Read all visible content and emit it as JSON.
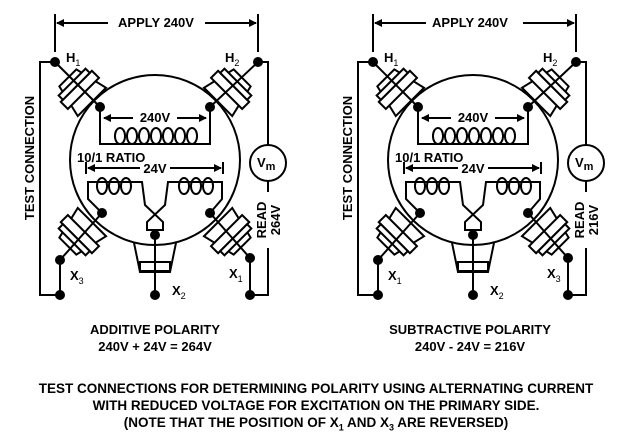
{
  "diagrams": [
    {
      "apply": "APPLY 240V",
      "h1": "H",
      "h1_sub": "1",
      "h2": "H",
      "h2_sub": "2",
      "primary_voltage": "240V",
      "ratio": "10/1 RATIO",
      "secondary_voltage": "24V",
      "meter": "V",
      "meter_sub": "m",
      "test_connection": "TEST CONNECTION",
      "read_label": "READ",
      "read_value": "264V",
      "x_left": "X",
      "x_left_sub": "3",
      "x_mid": "X",
      "x_mid_sub": "2",
      "x_right": "X",
      "x_right_sub": "1",
      "caption_title": "ADDITIVE POLARITY",
      "caption_formula": "240V + 24V = 264V"
    },
    {
      "apply": "APPLY 240V",
      "h1": "H",
      "h1_sub": "1",
      "h2": "H",
      "h2_sub": "2",
      "primary_voltage": "240V",
      "ratio": "10/1 RATIO",
      "secondary_voltage": "24V",
      "meter": "V",
      "meter_sub": "m",
      "test_connection": "TEST CONNECTION",
      "read_label": "READ",
      "read_value": "216V",
      "x_left": "X",
      "x_left_sub": "1",
      "x_mid": "X",
      "x_mid_sub": "2",
      "x_right": "X",
      "x_right_sub": "3",
      "caption_title": "SUBTRACTIVE POLARITY",
      "caption_formula": "240V - 24V = 216V"
    }
  ],
  "footer": {
    "line1": "TEST CONNECTIONS FOR DETERMINING POLARITY USING ALTERNATING CURRENT",
    "line2": "WITH REDUCED VOLTAGE FOR EXCITATION ON THE PRIMARY SIDE.",
    "line3_a": "(NOTE THAT THE POSITION OF X",
    "line3_sub1": "1",
    "line3_b": " AND X",
    "line3_sub2": "3",
    "line3_c": " ARE REVERSED)"
  }
}
